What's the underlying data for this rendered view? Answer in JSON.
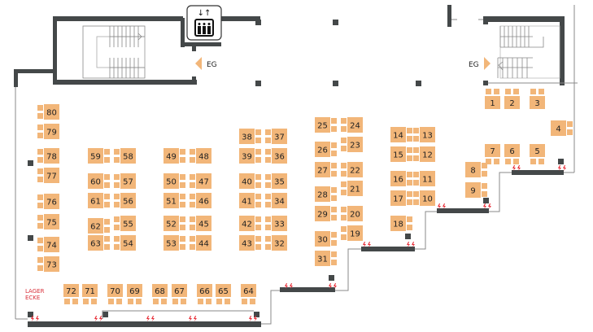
{
  "floor_plan": {
    "floor_label_left": "EG",
    "floor_label_right": "EG",
    "storage_label_line1": "LAGER",
    "storage_label_line2": "ECKE",
    "elevator_icon": "elevator-icon",
    "colors": {
      "table": "#f2b679",
      "wall": "#444849",
      "power_outlet": "#e8303a"
    },
    "tables": [
      {
        "id": "1"
      },
      {
        "id": "2"
      },
      {
        "id": "3"
      },
      {
        "id": "4"
      },
      {
        "id": "5"
      },
      {
        "id": "6"
      },
      {
        "id": "7"
      },
      {
        "id": "8"
      },
      {
        "id": "9"
      },
      {
        "id": "10"
      },
      {
        "id": "11"
      },
      {
        "id": "12"
      },
      {
        "id": "13"
      },
      {
        "id": "14"
      },
      {
        "id": "15"
      },
      {
        "id": "16"
      },
      {
        "id": "17"
      },
      {
        "id": "18"
      },
      {
        "id": "19"
      },
      {
        "id": "20"
      },
      {
        "id": "21"
      },
      {
        "id": "22"
      },
      {
        "id": "23"
      },
      {
        "id": "24"
      },
      {
        "id": "25"
      },
      {
        "id": "26"
      },
      {
        "id": "27"
      },
      {
        "id": "28"
      },
      {
        "id": "29"
      },
      {
        "id": "30"
      },
      {
        "id": "31"
      },
      {
        "id": "32"
      },
      {
        "id": "33"
      },
      {
        "id": "34"
      },
      {
        "id": "35"
      },
      {
        "id": "36"
      },
      {
        "id": "37"
      },
      {
        "id": "38"
      },
      {
        "id": "39"
      },
      {
        "id": "40"
      },
      {
        "id": "41"
      },
      {
        "id": "42"
      },
      {
        "id": "43"
      },
      {
        "id": "44"
      },
      {
        "id": "45"
      },
      {
        "id": "46"
      },
      {
        "id": "47"
      },
      {
        "id": "48"
      },
      {
        "id": "49"
      },
      {
        "id": "50"
      },
      {
        "id": "51"
      },
      {
        "id": "52"
      },
      {
        "id": "53"
      },
      {
        "id": "54"
      },
      {
        "id": "55"
      },
      {
        "id": "56"
      },
      {
        "id": "57"
      },
      {
        "id": "58"
      },
      {
        "id": "59"
      },
      {
        "id": "60"
      },
      {
        "id": "61"
      },
      {
        "id": "62"
      },
      {
        "id": "63"
      },
      {
        "id": "64"
      },
      {
        "id": "65"
      },
      {
        "id": "66"
      },
      {
        "id": "67"
      },
      {
        "id": "68"
      },
      {
        "id": "69"
      },
      {
        "id": "70"
      },
      {
        "id": "71"
      },
      {
        "id": "72"
      },
      {
        "id": "73"
      },
      {
        "id": "74"
      },
      {
        "id": "75"
      },
      {
        "id": "76"
      },
      {
        "id": "77"
      },
      {
        "id": "78"
      },
      {
        "id": "79"
      },
      {
        "id": "80"
      }
    ]
  }
}
